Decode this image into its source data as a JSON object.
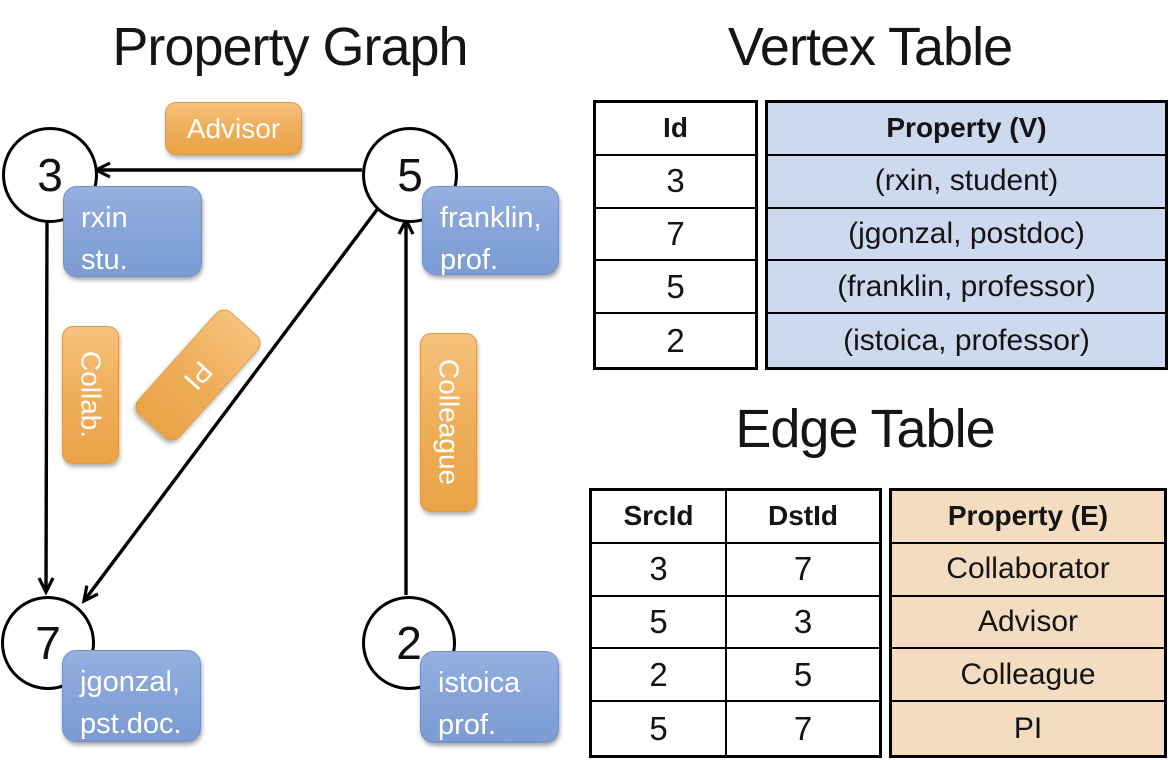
{
  "titles": {
    "graph": "Property Graph",
    "vertex_table": "Vertex Table",
    "edge_table": "Edge Table"
  },
  "graph": {
    "nodes": {
      "n3": "3",
      "n5": "5",
      "n7": "7",
      "n2": "2"
    },
    "property_boxes": {
      "node3": {
        "line1": "rxin",
        "line2": "stu."
      },
      "node5": {
        "line1": "franklin,",
        "line2": "prof."
      },
      "node7": {
        "line1": "jgonzal,",
        "line2": "pst.doc."
      },
      "node2": {
        "line1": "istoica",
        "line2": "prof."
      }
    },
    "edge_labels": {
      "advisor": "Advisor",
      "collab": "Collab.",
      "pi": "PI",
      "colleague": "Colleague"
    }
  },
  "vertex_table": {
    "id_header": "Id",
    "property_header": "Property (V)",
    "rows": [
      {
        "id": "3",
        "property": "(rxin, student)"
      },
      {
        "id": "7",
        "property": "(jgonzal, postdoc)"
      },
      {
        "id": "5",
        "property": "(franklin, professor)"
      },
      {
        "id": "2",
        "property": "(istoica, professor)"
      }
    ]
  },
  "edge_table": {
    "src_header": "SrcId",
    "dst_header": "DstId",
    "property_header": "Property (E)",
    "rows": [
      {
        "src": "3",
        "dst": "7",
        "property": "Collaborator"
      },
      {
        "src": "5",
        "dst": "3",
        "property": "Advisor"
      },
      {
        "src": "2",
        "dst": "5",
        "property": "Colleague"
      },
      {
        "src": "5",
        "dst": "7",
        "property": "PI"
      }
    ]
  },
  "colors": {
    "edge_label_orange": "#efae59",
    "vertex_box_blue": "#87a5d9",
    "vertex_property_fill": "#cdd9ee",
    "edge_property_fill": "#f4dcc1",
    "line_black": "#000000",
    "background": "#ffffff"
  }
}
